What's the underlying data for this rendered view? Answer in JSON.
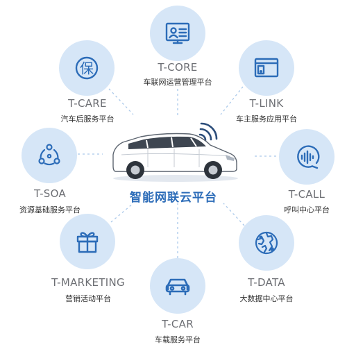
{
  "center": {
    "title": "智能网联云平台"
  },
  "nodes": [
    {
      "id": "t-core",
      "title": "T-CORE",
      "subtitle": "车联网运营管理平台",
      "icon": "presentation-screen-icon"
    },
    {
      "id": "t-link",
      "title": "T-LINK",
      "subtitle": "车主服务应用平台",
      "icon": "app-window-icon"
    },
    {
      "id": "t-call",
      "title": "T-CALL",
      "subtitle": "呼叫中心平台",
      "icon": "voice-call-icon"
    },
    {
      "id": "t-data",
      "title": "T-DATA",
      "subtitle": "大数据中心平台",
      "icon": "data-globe-icon"
    },
    {
      "id": "t-car",
      "title": "T-CAR",
      "subtitle": "车载服务平台",
      "icon": "car-icon"
    },
    {
      "id": "t-marketing",
      "title": "T-MARKETING",
      "subtitle": "营销活动平台",
      "icon": "gift-icon"
    },
    {
      "id": "t-soa",
      "title": "T-SOA",
      "subtitle": "资源基础服务平台",
      "icon": "network-nodes-icon"
    },
    {
      "id": "t-care",
      "title": "T-CARE",
      "subtitle": "汽车后服务平台",
      "icon": "bao-character-icon"
    }
  ],
  "nodes_by_id": {
    "t_core": {
      "title": "T-CORE",
      "subtitle": "车联网运营管理平台"
    },
    "t_link": {
      "title": "T-LINK",
      "subtitle": "车主服务应用平台"
    },
    "t_call": {
      "title": "T-CALL",
      "subtitle": "呼叫中心平台"
    },
    "t_data": {
      "title": "T-DATA",
      "subtitle": "大数据中心平台"
    },
    "t_car": {
      "title": "T-CAR",
      "subtitle": "车载服务平台"
    },
    "t_marketing": {
      "title": "T-MARKETING",
      "subtitle": "营销活动平台"
    },
    "t_soa": {
      "title": "T-SOA",
      "subtitle": "资源基础服务平台"
    },
    "t_care": {
      "title": "T-CARE",
      "subtitle": "汽车后服务平台"
    }
  },
  "colors": {
    "circle_fill": "#d6e6f7",
    "icon_stroke": "#2c6cb8",
    "title_text": "#6d6f74",
    "accent": "#2c6cb8",
    "connector": "#a9c8ea"
  },
  "icon_glyphs": {
    "bao": "保"
  }
}
